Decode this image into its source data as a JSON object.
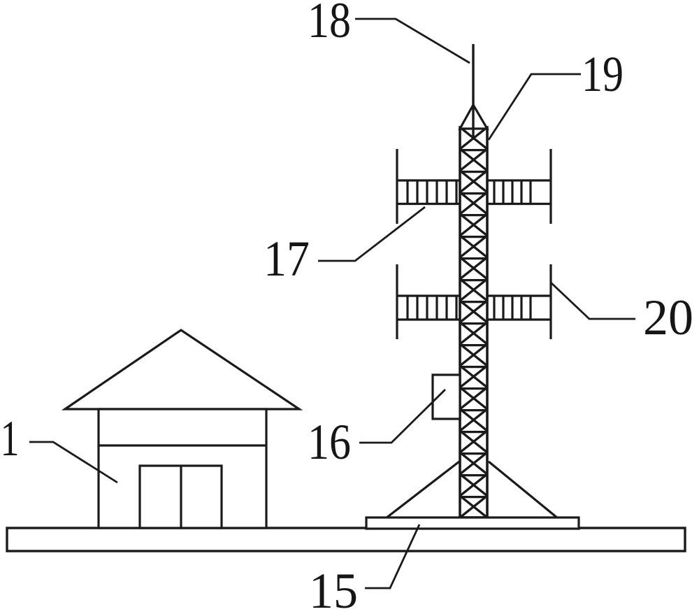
{
  "figure": {
    "type": "patent-line-drawing",
    "colors": {
      "line": "#1a1a1a",
      "background": "#ffffff"
    },
    "labels": [
      {
        "text": "1"
      },
      {
        "text": "15"
      },
      {
        "text": "16"
      },
      {
        "text": "17"
      },
      {
        "text": "18"
      },
      {
        "text": "19"
      },
      {
        "text": "20"
      }
    ]
  }
}
